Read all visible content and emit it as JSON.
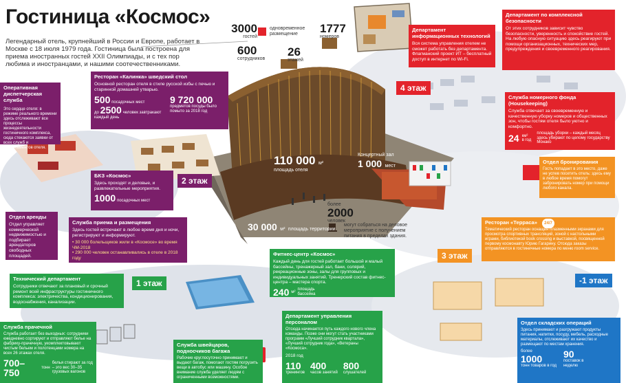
{
  "header": {
    "title": "Гостиница «Космос»",
    "intro": "Легендарный отель, крупнейший в России и Европе, работает в Москве с 18 июля 1979 года. Гостиница была построена для приема иностранных гостей XXII Олимпиады, и с тех пор любима и иностранцами, и нашими соотечественниками."
  },
  "top_stats": {
    "guests_value": "3000",
    "guests_label": "гостей",
    "simultaneous_label": "одновременное размещение",
    "rooms_value": "1777",
    "rooms_label": "номеров",
    "staff_value": "600",
    "staff_label": "сотрудников",
    "floors_value": "26",
    "floors_label": "этажей"
  },
  "building": {
    "area_value": "110 000",
    "area_unit": "м²",
    "area_label": "площадь отеля",
    "concert_label": "Концертный зал",
    "concert_value": "1 000",
    "concert_unit": "мест",
    "territory_value": "30 000",
    "territory_unit": "м²",
    "territory_label": "площадь территории",
    "event_value": "2000",
    "event_prefix": "более",
    "event_unit": "человек",
    "event_label": "могут собраться на деловое мероприятие с получением питания в пределах здания."
  },
  "dispatch": {
    "title": "Оперативная диспетчерская служба",
    "body": "Это сердце отеля: в режиме реального времени здесь отслеживают все процессы жизнедеятельности гостиничного комплекса, сюда стекаются заявки от всех служб и департаментов отеля."
  },
  "kalinka": {
    "title": "Ресторан «Калинка» шведский стол",
    "body": "Основной ресторан отеля в стиле русской избы с печью и старинной домашней утварью.",
    "seats_value": "500",
    "seats_label": "посадочных мест",
    "breakfast_prefix": "до",
    "breakfast_value": "2500",
    "breakfast_label": "человек завтракают каждый день",
    "items_value": "9 720 000",
    "items_label": "предметов посуды было помыто за 2018 год"
  },
  "bkz": {
    "title": "БКЗ «Космос»",
    "body": "Здесь проходят и деловые, и развлекательные мероприятия.",
    "seats_value": "1000",
    "seats_label": "посадочных мест"
  },
  "floors": {
    "floor2": "2 этаж",
    "floor4": "4 этаж",
    "floor3": "3 этаж",
    "floor1": "1 этаж",
    "floor_minus1": "-1 этаж"
  },
  "rent": {
    "title": "Отдел аренды",
    "body": "Отдел управляет коммерческой недвижимостью и подбирает арендаторов свободных площадей."
  },
  "reception": {
    "title": "Служба приема и размещения",
    "body": "Здесь гостей встречают в любое время дня и ночи, регистрируют и информируют.",
    "fact1": "• 30 000 болельщиков жили в «Космосе» во время ЧМ-2018",
    "fact2": "• 290 000 человек останавливались в отеле в 2018 году"
  },
  "it": {
    "title": "Департамент информационных технологий",
    "body": "Вся система управления отелем не сможет работать без департамента. Флагманский проект ИТ – бесплатный доступ в интернет по Wi-Fi."
  },
  "security": {
    "title": "Департамент по комплексной безопасности",
    "body": "От этих сотрудников зависит чувство безопасности, уверенность и спокойствие гостей. На любую опасную ситуацию здесь реагируют при помощи организационных, технических мер, предупреждения и своевременного реагирования."
  },
  "housekeeping": {
    "title": "Служба номерного фонда (Housekeeping)",
    "body": "Служба отвечает за своевременную и качественную уборку номеров и общественных зон, чтобы гостям отеля было уютно и комфортно.",
    "area_value": "24",
    "area_unit": "км²",
    "area_label": "в год",
    "area_note": "площадь уборки – каждый месяц здесь убирают по целому государству Монако"
  },
  "booking": {
    "title": "Отдел бронирования",
    "body": "Гость попадает в это место, даже не успев посетить отель: здесь ему в любое время помогут забронировать номер при помощи любого канала."
  },
  "terrasa": {
    "title": "Ресторан «Терраса»",
    "badge": "24/7",
    "body": "Тематический ресторан оснащен плазменными экранами для просмотра спортивных трансляций, зоной с настольными играми, библиотекой book crossing и выставкой, посвященной первому космонавту Юрию Гагарину. Отсюда заказы отправляются в гостиничные номера по меню room service."
  },
  "fitness": {
    "title": "Фитнес-центр «Космос»",
    "body": "Каждый день для гостей работает большой и малый бассейны, тренажерный зал, бани, солярий, рекреационные зоны, залы для групповых и индивидуальных занятий. Тренерский состав фитнес-центра – мастера спорта.",
    "pool_value": "240",
    "pool_unit": "м²",
    "pool_label": "площадь бассейна"
  },
  "technical": {
    "title": "Технический департамент",
    "body": "Сотрудники отвечают за плановый и срочный ремонт всей инфраструктуры гостиничного комплекса: электричества, кондиционирования, водоснабжения, канализации."
  },
  "laundry": {
    "title": "Служба прачечной",
    "body": "Служба работает без выходных: сотрудники ежедневно сортируют и отправляют белье на фабрику-прачечную, укомплектовывают чистым бельем и полотенцами номера на всех 26 этажах отеля.",
    "value": "700–750",
    "unit": "тонн",
    "label": "белья стирают за год – это вес 30–35 грузовых вагонов"
  },
  "bellboys": {
    "title": "Служба швейцаров, подносчиков багажа",
    "body": "Рабочие круглосуточно принимают и выдают багаж, помогают гостям погрузить вещи в автобус или машину. Особое внимание служба уделяет людям с ограниченными возможностями."
  },
  "hr": {
    "title": "Департамент управления персоналом",
    "body": "Отсюда начинается путь каждого нового члена команды. Позже они могут стать участниками программ «Лучший сотрудник квартала», «Лучший сотрудник года», «Ветераны «Космоса».",
    "year": "2018 год",
    "trainings_value": "110",
    "trainings_label": "тренингов",
    "hours_value": "400",
    "hours_label": "часов занятий",
    "listeners_value": "800",
    "listeners_label": "слушателей"
  },
  "warehouse": {
    "title": "Отдел складских операций",
    "body": "Здесь принимают и разгружают продукты питания, напитки, посуду, мебель, расходные материалы, отслеживают их качество и размещают по местам хранения.",
    "goods_prefix": "более",
    "goods_value": "1000",
    "goods_unit": "тонн",
    "goods_label": "товаров в год",
    "deliveries_value": "90",
    "deliveries_label": "поставок в неделю"
  },
  "colors": {
    "purple": "#7b1f6a",
    "red": "#e3232b",
    "orange": "#f39323",
    "green": "#27a249",
    "blue": "#1f76c6"
  }
}
